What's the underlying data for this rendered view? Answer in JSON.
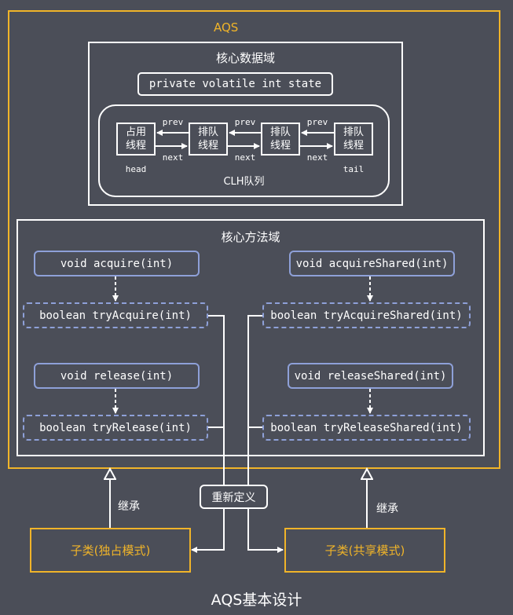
{
  "outer": {
    "label": "AQS"
  },
  "data_domain": {
    "title": "核心数据域",
    "state": "private volatile int state",
    "clh_label": "CLH队列",
    "nodes": [
      {
        "text": "占用\n线程",
        "sub": "head"
      },
      {
        "text": "排队\n线程",
        "sub": ""
      },
      {
        "text": "排队\n线程",
        "sub": ""
      },
      {
        "text": "排队\n线程",
        "sub": "tail"
      }
    ],
    "prev": "prev",
    "next": "next"
  },
  "method_domain": {
    "title": "核心方法域",
    "acquire": "void acquire(int)",
    "try_acquire": "boolean tryAcquire(int)",
    "release": "void release(int)",
    "try_release": "boolean tryRelease(int)",
    "acquire_shared": "void acquireShared(int)",
    "try_acquire_shared": "boolean tryAcquireShared(int)",
    "release_shared": "void releaseShared(int)",
    "try_release_shared": "boolean tryReleaseShared(int)"
  },
  "redefine": "重新定义",
  "inherit_left": "继承",
  "inherit_right": "继承",
  "sub_exclusive": "子类(独占模式)",
  "sub_shared": "子类(共享模式)",
  "caption": "AQS基本设计",
  "colors": {
    "orange": "#f0b429",
    "blue": "#8ea0d8",
    "bg": "#4b4e58"
  }
}
